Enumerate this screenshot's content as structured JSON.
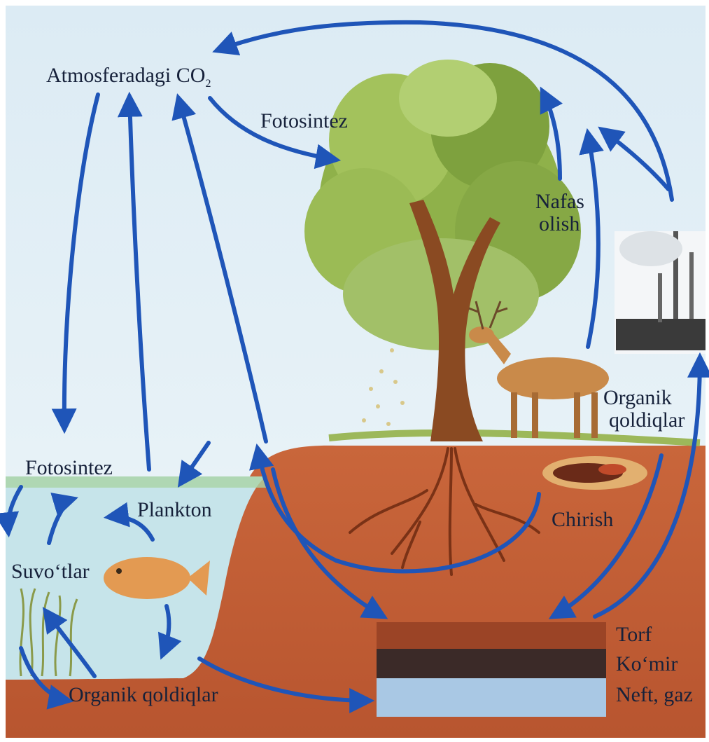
{
  "labels": {
    "atmosphere": "Atmosferadagi CO",
    "atmosphere_sub": "2",
    "photosynthesis_top": "Fotosintez",
    "respiration_1": "Nafas",
    "respiration_2": "olish",
    "organic_right_1": "Organik",
    "organic_right_2": "qoldiqlar",
    "photosynthesis_left": "Fotosintez",
    "plankton": "Plankton",
    "decay": "Chirish",
    "algae": "Suvo‘tlar",
    "organic_bottom": "Organik qoldiqlar"
  },
  "layers": {
    "peat": "Torf",
    "coal": "Ko‘mir",
    "oil_gas": "Neft, gaz"
  },
  "colors": {
    "sky": "#e6f2f8",
    "arrow": "#1f55b8",
    "soil": "#c8643a",
    "soil_dark": "#a84e2a",
    "water": "#c6e4ea",
    "foliage": "#8fb14a",
    "trunk": "#8a4a22",
    "peat": "#9b4426",
    "coal": "#3b2a28",
    "oil_gas": "#a9c8e4",
    "text": "#16213a"
  }
}
